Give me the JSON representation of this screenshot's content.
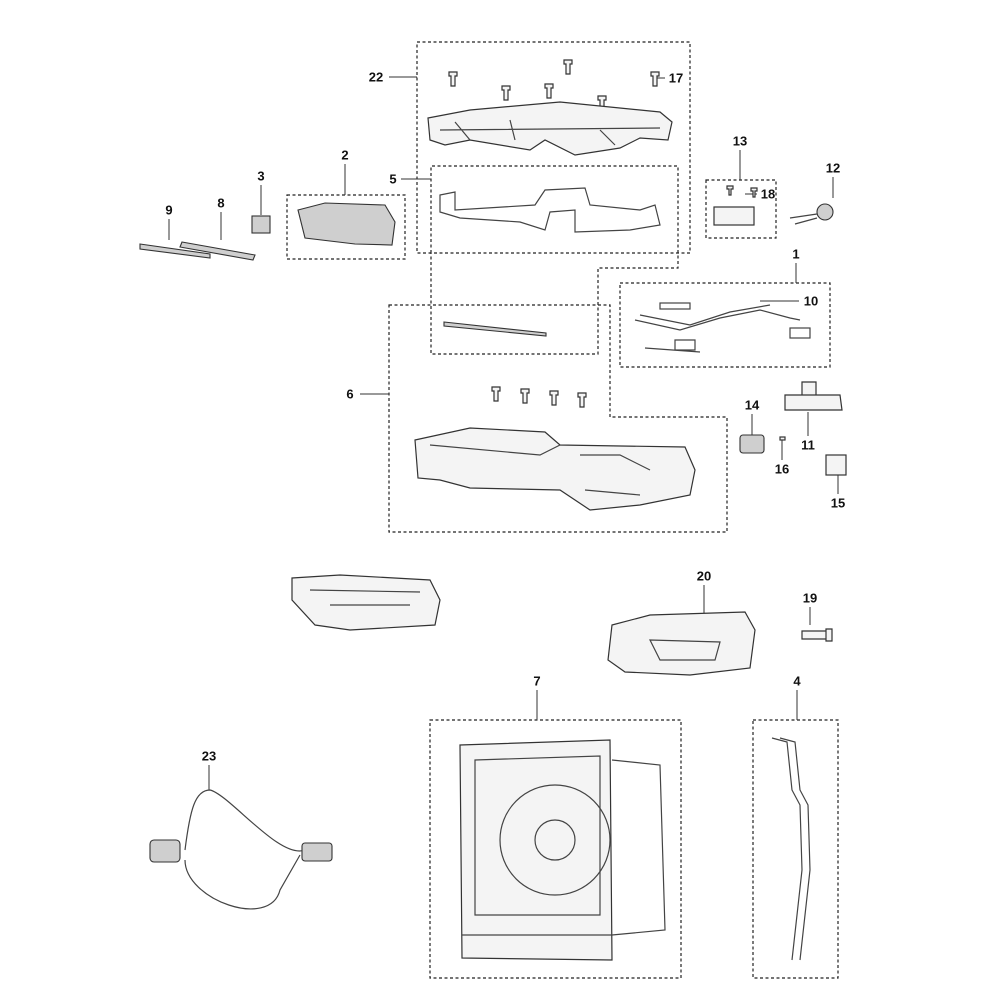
{
  "callouts": {
    "c1": "1",
    "c2": "2",
    "c3": "3",
    "c4": "4",
    "c5": "5",
    "c6": "6",
    "c7": "7",
    "c8": "8",
    "c9": "9",
    "c10": "10",
    "c11": "11",
    "c12": "12",
    "c13": "13",
    "c14": "14",
    "c15": "15",
    "c16": "16",
    "c17": "17",
    "c18": "18",
    "c19": "19",
    "c20": "20",
    "c22": "22",
    "c23": "23"
  }
}
